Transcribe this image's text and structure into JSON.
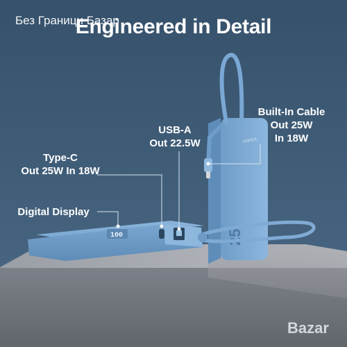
{
  "watermark": "Без Граници Базар",
  "headline": "Engineered in Detail",
  "callouts": {
    "built_in_cable": [
      "Built-In Cable",
      "Out 25W",
      "In 18W"
    ],
    "usb_a": [
      "USB-A",
      "Out 22.5W"
    ],
    "type_c": [
      "Type-C",
      "Out 25W In 18W"
    ],
    "digital_display": "Digital Display"
  },
  "device": {
    "display_reading": "100",
    "side_print": "25",
    "brand_mark": "ANKER"
  },
  "logo": {
    "text": "Bazar"
  },
  "colors": {
    "background": "#3b5872",
    "device_blue": "#7ba9d4",
    "pedestal": "#8a8e96",
    "text": "#ffffff"
  }
}
